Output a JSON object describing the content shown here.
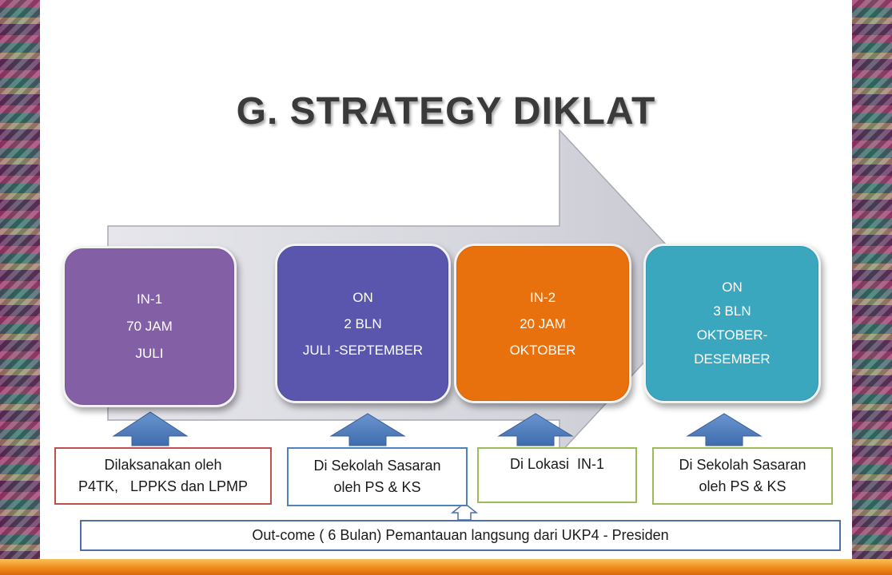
{
  "title": "G. STRATEGY DIKLAT",
  "colors": {
    "arrow_fill": "#d7d7e0",
    "in1": "#8360a6",
    "on1": "#5a55ad",
    "in2": "#e8700d",
    "on2": "#3ba7be",
    "up_arrow": "#4f7fbf",
    "note_red": "#c0504d",
    "note_blue": "#4f81bd",
    "note_green": "#9bbb59"
  },
  "phases": [
    {
      "lines": [
        "IN-1",
        "70 JAM",
        "JULI"
      ]
    },
    {
      "lines": [
        "ON",
        "2 BLN",
        "JULI -SEPTEMBER"
      ]
    },
    {
      "lines": [
        "IN-2",
        "20 JAM",
        "OKTOBER"
      ]
    },
    {
      "lines": [
        "ON",
        "3 BLN",
        "OKTOBER-",
        "DESEMBER"
      ]
    }
  ],
  "notes": [
    {
      "lines": [
        "Dilaksanakan oleh",
        "P4TK,   LPPKS dan LPMP"
      ]
    },
    {
      "lines": [
        "Di Sekolah Sasaran",
        "oleh PS & KS"
      ]
    },
    {
      "lines": [
        "Di Lokasi  IN-1"
      ]
    },
    {
      "lines": [
        "Di Sekolah Sasaran",
        "oleh PS & KS"
      ]
    }
  ],
  "outcome": "Out-come ( 6 Bulan) Pemantauan langsung dari UKP4 - Presiden"
}
